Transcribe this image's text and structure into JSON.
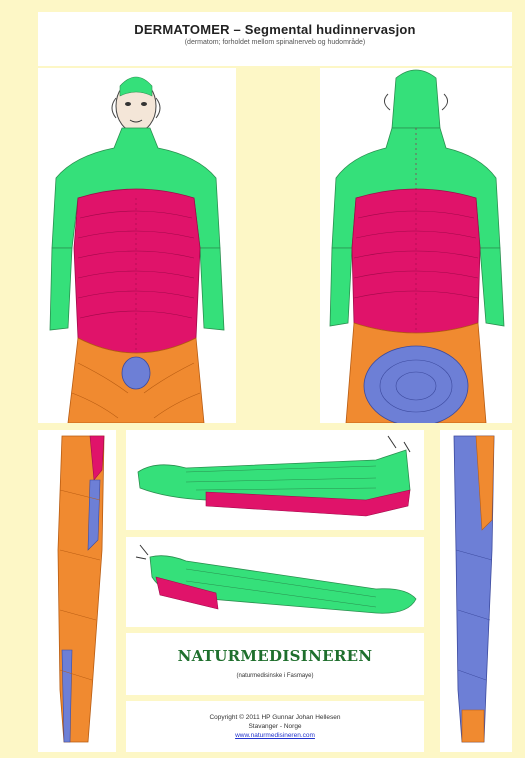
{
  "header": {
    "title": "DERMATOMER – Segmental hudinnervasjon",
    "subtitle": "(dermatom; forholdet mellom spinalnerveb og hudområde)"
  },
  "colors": {
    "background": "#fdf7c6",
    "cervical_green": "#35e07a",
    "thoracic_magenta": "#e0136a",
    "lumbar_orange": "#f08a30",
    "sacral_blue": "#6d7fd6",
    "logo_green": "#1f6f2d"
  },
  "logo": {
    "text": "NATURMEDISINEREN",
    "tagline": "(naturmedisinske i Fasmaye)"
  },
  "footer": {
    "copyright": "Copyright © 2011 HP Gunnar Johan Hellesen",
    "location": "Stavanger - Norge",
    "website": "www.naturmedisineren.com"
  }
}
